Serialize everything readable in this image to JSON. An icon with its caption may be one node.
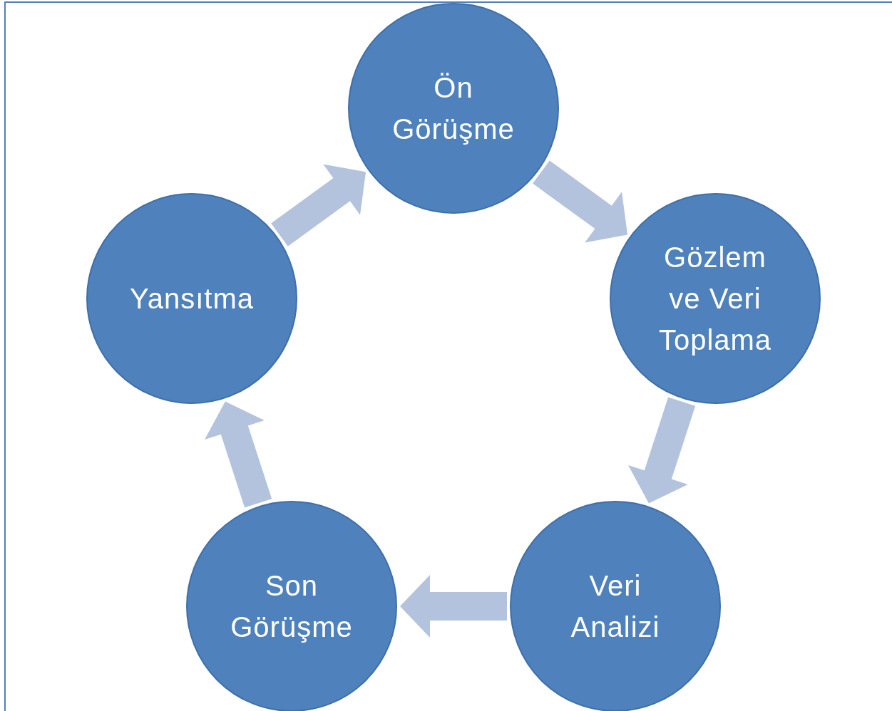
{
  "diagram": {
    "nodes": [
      {
        "text": [
          "Ön Görüşme"
        ]
      },
      {
        "text": [
          "Gözlem ve Veri Toplama"
        ]
      },
      {
        "text": [
          "Veri Analizi"
        ]
      },
      {
        "text": [
          "Son Görüşme"
        ]
      },
      {
        "text": [
          "Yansıtma"
        ]
      }
    ],
    "edges": [
      {
        "from": 0,
        "to": 1,
        "arrow": "to"
      },
      {
        "from": 1,
        "to": 2,
        "arrow": "to"
      },
      {
        "from": 2,
        "to": 3,
        "arrow": "to"
      },
      {
        "from": 3,
        "to": 4,
        "arrow": "to"
      },
      {
        "from": 4,
        "to": 0,
        "arrow": "to"
      }
    ]
  }
}
